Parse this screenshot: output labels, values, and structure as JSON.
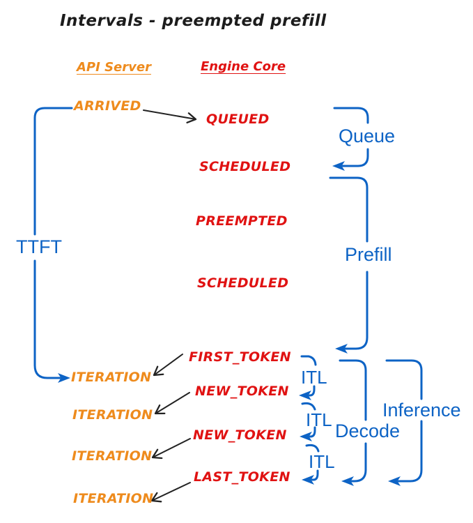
{
  "title": "Intervals - preempted prefill",
  "columns": {
    "api_server": "API Server",
    "engine_core": "Engine Core"
  },
  "api_server": {
    "arrived": "ARRIVED",
    "iterations": [
      "ITERATION",
      "ITERATION",
      "ITERATION",
      "ITERATION"
    ]
  },
  "engine_core": {
    "events": [
      "QUEUED",
      "SCHEDULED",
      "PREEMPTED",
      "SCHEDULED"
    ],
    "token_events": [
      "FIRST_TOKEN",
      "NEW_TOKEN",
      "NEW_TOKEN",
      "LAST_TOKEN"
    ]
  },
  "intervals": {
    "ttft": "TTFT",
    "queue": "Queue",
    "prefill": "Prefill",
    "decode": "Decode",
    "inference": "Inference",
    "itl": [
      "ITL",
      "ITL",
      "ITL"
    ]
  },
  "colors": {
    "api_orange": "#ee8b1d",
    "engine_red": "#e01212",
    "interval_blue": "#0d63c5",
    "ink_black": "#222222",
    "background": "#ffffff"
  }
}
